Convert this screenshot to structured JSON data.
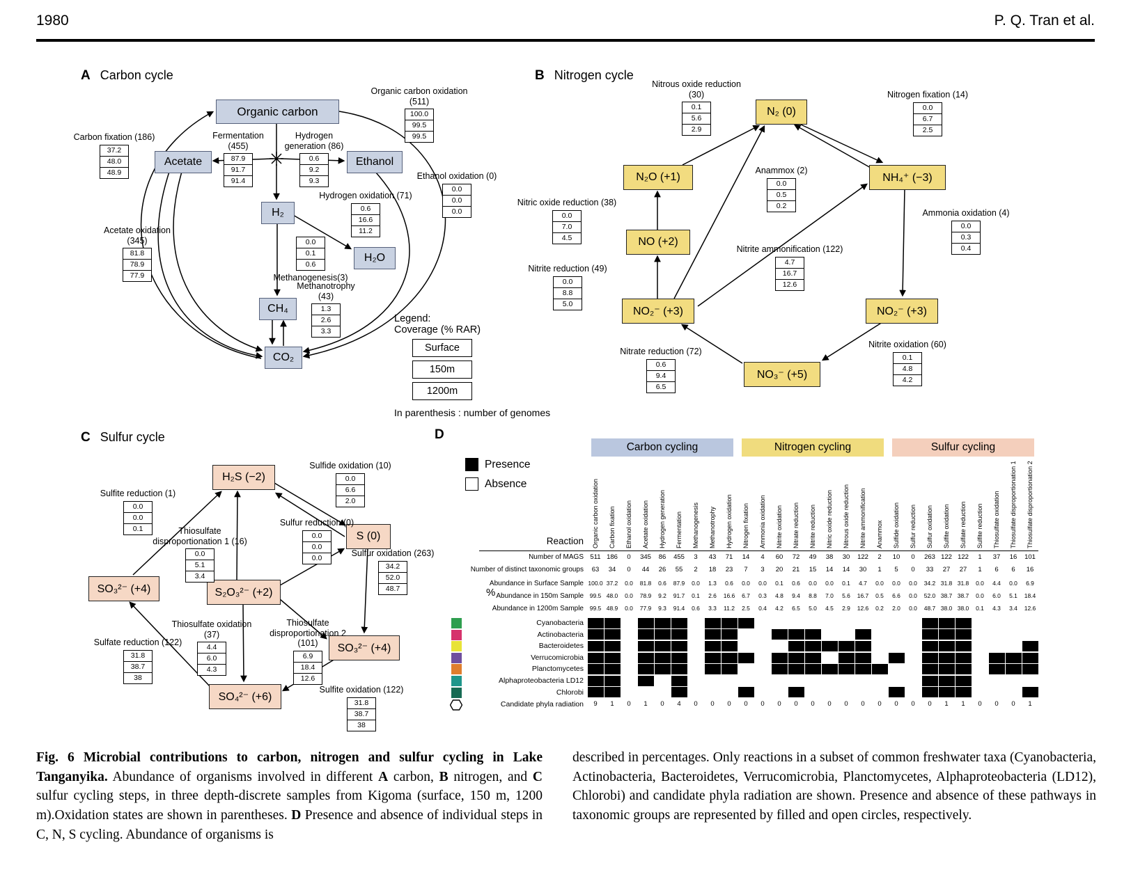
{
  "page": {
    "left_header": "1980",
    "right_header": "P. Q. Tran et al."
  },
  "panelA": {
    "label": "A",
    "title": "Carbon cycle",
    "boxes": {
      "organic_carbon": "Organic carbon",
      "acetate": "Acetate",
      "ethanol": "Ethanol",
      "h2": "H₂",
      "h2o": "H₂O",
      "ch4": "CH₄",
      "co2": "CO₂"
    },
    "reactions": [
      {
        "id": "carbon-fixation",
        "name": "Carbon fixation (186)",
        "values": [
          "37.2",
          "48.0",
          "48.9"
        ]
      },
      {
        "id": "fermentation",
        "name": "Fermentation (455)",
        "values": [
          "87.9",
          "91.7",
          "91.4"
        ]
      },
      {
        "id": "hydrogen-generation",
        "name": "Hydrogen generation (86)",
        "values": [
          "0.6",
          "9.2",
          "9.3"
        ]
      },
      {
        "id": "organic-carbon-oxidation",
        "name": "Organic carbon oxidation (511)",
        "values": [
          "100.0",
          "99.5",
          "99.5"
        ]
      },
      {
        "id": "ethanol-oxidation",
        "name": "Ethanol oxidation (0)",
        "values": [
          "0.0",
          "0.0",
          "0.0"
        ]
      },
      {
        "id": "hydrogen-oxidation",
        "name": "Hydrogen oxidation (71)",
        "values": [
          "0.6",
          "16.6",
          "11.2"
        ]
      },
      {
        "id": "acetate-oxidation",
        "name": "Acetate oxidation (345)",
        "values": [
          "81.8",
          "78.9",
          "77.9"
        ]
      },
      {
        "id": "methanogenesis",
        "name": "Methanogenesis(3)",
        "values": [
          "0.0",
          "0.1",
          "0.6"
        ]
      },
      {
        "id": "methanotrophy",
        "name": "Methanotrophy (43)",
        "values": [
          "1.3",
          "2.6",
          "3.3"
        ]
      }
    ],
    "legend": {
      "title": "Legend:",
      "subtitle": "Coverage (% RAR)",
      "items": [
        "Surface",
        "150m",
        "1200m"
      ],
      "note": "In parenthesis : number of genomes"
    }
  },
  "panelB": {
    "label": "B",
    "title": "Nitrogen cycle",
    "boxes": {
      "n2": "N₂ (0)",
      "n2o": "N₂O (+1)",
      "no": "NO (+2)",
      "no2_left": "NO₂⁻ (+3)",
      "no3": "NO₃⁻ (+5)",
      "no2_right": "NO₂⁻ (+3)",
      "nh4": "NH₄⁺ (−3)"
    },
    "reactions": [
      {
        "id": "nitrous-oxide-reduction",
        "name": "Nitrous oxide reduction (30)",
        "values": [
          "0.1",
          "5.6",
          "2.9"
        ]
      },
      {
        "id": "nitrogen-fixation",
        "name": "Nitrogen fixation (14)",
        "values": [
          "0.0",
          "6.7",
          "2.5"
        ]
      },
      {
        "id": "anammox",
        "name": "Anammox (2)",
        "values": [
          "0.0",
          "0.5",
          "0.2"
        ]
      },
      {
        "id": "nitric-oxide-reduction",
        "name": "Nitric oxide reduction (38)",
        "values": [
          "0.0",
          "7.0",
          "4.5"
        ]
      },
      {
        "id": "ammonia-oxidation",
        "name": "Ammonia oxidation (4)",
        "values": [
          "0.0",
          "0.3",
          "0.4"
        ]
      },
      {
        "id": "nitrite-reduction",
        "name": "Nitrite reduction (49)",
        "values": [
          "0.0",
          "8.8",
          "5.0"
        ]
      },
      {
        "id": "nitrite-ammonification",
        "name": "Nitrite ammonification (122)",
        "values": [
          "4.7",
          "16.7",
          "12.6"
        ]
      },
      {
        "id": "nitrate-reduction",
        "name": "Nitrate reduction (72)",
        "values": [
          "0.6",
          "9.4",
          "6.5"
        ]
      },
      {
        "id": "nitrite-oxidation",
        "name": "Nitrite oxidation (60)",
        "values": [
          "0.1",
          "4.8",
          "4.2"
        ]
      }
    ]
  },
  "panelC": {
    "label": "C",
    "title": "Sulfur cycle",
    "boxes": {
      "h2s": "H₂S (−2)",
      "s0": "S (0)",
      "so3_left": "SO₃²⁻ (+4)",
      "s2o3": "S₂O₃²⁻ (+2)",
      "so3_right": "SO₃²⁻ (+4)",
      "so4": "SO₄²⁻ (+6)"
    },
    "reactions": [
      {
        "id": "sulfide-oxidation",
        "name": "Sulfide oxidation (10)",
        "values": [
          "0.0",
          "6.6",
          "2.0"
        ]
      },
      {
        "id": "sulfite-reduction",
        "name": "Sulfite reduction (1)",
        "values": [
          "0.0",
          "0.0",
          "0.1"
        ]
      },
      {
        "id": "sulfur-reduction",
        "name": "Sulfur reduction (0)",
        "values": [
          "0.0",
          "0.0",
          "0.0"
        ]
      },
      {
        "id": "thiosulfate-disproportionation-1",
        "name": "Thiosulfate disproportionation 1 (16)",
        "values": [
          "0.0",
          "5.1",
          "3.4"
        ]
      },
      {
        "id": "sulfur-oxidation",
        "name": "Sulfur oxidation (263)",
        "values": [
          "34.2",
          "52.0",
          "48.7"
        ]
      },
      {
        "id": "thiosulfate-oxidation",
        "name": "Thiosulfate oxidation (37)",
        "values": [
          "4.4",
          "6.0",
          "4.3"
        ]
      },
      {
        "id": "thiosulfate-disproportionation-2",
        "name": "Thiosulfate disproportionation 2 (101)",
        "values": [
          "6.9",
          "18.4",
          "12.6"
        ]
      },
      {
        "id": "sulfate-reduction",
        "name": "Sulfate reduction (122)",
        "values": [
          "31.8",
          "38.7",
          "38"
        ]
      },
      {
        "id": "sulfite-oxidation",
        "name": "Sulfite oxidation (122)",
        "values": [
          "31.8",
          "38.7",
          "38"
        ]
      }
    ]
  },
  "panelD": {
    "label": "D",
    "legend": {
      "presence": "Presence",
      "absence": "Absence"
    },
    "groups": [
      {
        "label": "Carbon cycling",
        "color": "#bac7df"
      },
      {
        "label": "Nitrogen cycling",
        "color": "#f0dc7e"
      },
      {
        "label": "Sulfur cycling",
        "color": "#f4cfbc"
      }
    ],
    "reaction_header": "Reaction",
    "columns": [
      "Organic carbon oxidation",
      "Carbon fixation",
      "Ethanol oxidation",
      "Acetate oxidation",
      "Hydrogen generation",
      "Fermentation",
      "Methanogenesis",
      "Methanotrophy",
      "Hydrogen oxidation",
      "Nitrogen fixation",
      "Ammonia oxidation",
      "Nitrite oxidation",
      "Nitrate reduction",
      "Nitrite reduction",
      "Nitric oxide reduction",
      "Nitrous oxide reduction",
      "Nitrite ammonification",
      "Anammox",
      "Sulfide oxidation",
      "Sulfur reduction",
      "Sulfur oxidation",
      "Sulfite oxidation",
      "Sulfate reduction",
      "Sulfite reduction",
      "Thiosulfate oxidation",
      "Thiosulfate disproportionation 1",
      "Thiosulfate disproportionation 2"
    ],
    "rows": {
      "percent_label": "%",
      "mags": {
        "label": "Number of MAGS",
        "values": [
          "511",
          "186",
          "0",
          "345",
          "86",
          "455",
          "3",
          "43",
          "71",
          "14",
          "4",
          "60",
          "72",
          "49",
          "38",
          "30",
          "122",
          "2",
          "10",
          "0",
          "263",
          "122",
          "122",
          "1",
          "37",
          "16",
          "101"
        ]
      },
      "tax_groups": {
        "label": "Number of distinct taxonomic groups",
        "values": [
          "63",
          "34",
          "0",
          "44",
          "26",
          "55",
          "2",
          "18",
          "23",
          "7",
          "3",
          "20",
          "21",
          "15",
          "14",
          "14",
          "30",
          "1",
          "5",
          "0",
          "33",
          "27",
          "27",
          "1",
          "6",
          "6",
          "16"
        ]
      },
      "surface": {
        "label": "Abundance in Surface Sample",
        "values": [
          "100.0",
          "37.2",
          "0.0",
          "81.8",
          "0.6",
          "87.9",
          "0.0",
          "1.3",
          "0.6",
          "0.0",
          "0.0",
          "0.1",
          "0.6",
          "0.0",
          "0.0",
          "0.1",
          "4.7",
          "0.0",
          "0.0",
          "0.0",
          "34.2",
          "31.8",
          "31.8",
          "0.0",
          "4.4",
          "0.0",
          "6.9"
        ]
      },
      "m150": {
        "label": "Abundance in 150m Sample",
        "values": [
          "99.5",
          "48.0",
          "0.0",
          "78.9",
          "9.2",
          "91.7",
          "0.1",
          "2.6",
          "16.6",
          "6.7",
          "0.3",
          "4.8",
          "9.4",
          "8.8",
          "7.0",
          "5.6",
          "16.7",
          "0.5",
          "6.6",
          "0.0",
          "52.0",
          "38.7",
          "38.7",
          "0.0",
          "6.0",
          "5.1",
          "18.4"
        ]
      },
      "m1200": {
        "label": "Abundance in 1200m Sample",
        "values": [
          "99.5",
          "48.9",
          "0.0",
          "77.9",
          "9.3",
          "91.4",
          "0.6",
          "3.3",
          "11.2",
          "2.5",
          "0.4",
          "4.2",
          "6.5",
          "5.0",
          "4.5",
          "2.9",
          "12.6",
          "0.2",
          "2.0",
          "0.0",
          "48.7",
          "38.0",
          "38.0",
          "0.1",
          "4.3",
          "3.4",
          "12.6"
        ]
      }
    },
    "taxa": [
      {
        "name": "Cyanobacteria",
        "color": "#2f9e4f",
        "presence": [
          1,
          1,
          0,
          1,
          1,
          1,
          0,
          1,
          1,
          1,
          0,
          0,
          0,
          0,
          0,
          0,
          0,
          0,
          0,
          0,
          1,
          1,
          1,
          0,
          0,
          0,
          0
        ]
      },
      {
        "name": "Actinobacteria",
        "color": "#d6336c",
        "presence": [
          1,
          1,
          0,
          1,
          1,
          1,
          0,
          1,
          1,
          0,
          0,
          1,
          1,
          1,
          0,
          0,
          1,
          0,
          0,
          0,
          1,
          1,
          1,
          0,
          0,
          0,
          0
        ]
      },
      {
        "name": "Bacteroidetes",
        "color": "#e8e337",
        "presence": [
          1,
          1,
          0,
          1,
          1,
          1,
          0,
          1,
          1,
          0,
          0,
          0,
          1,
          1,
          1,
          1,
          1,
          0,
          0,
          0,
          1,
          1,
          1,
          0,
          0,
          0,
          1
        ]
      },
      {
        "name": "Verrucomicrobia",
        "color": "#6f4f9e",
        "presence": [
          1,
          1,
          0,
          1,
          1,
          1,
          0,
          1,
          1,
          1,
          0,
          1,
          1,
          1,
          0,
          1,
          1,
          0,
          1,
          0,
          1,
          1,
          1,
          0,
          1,
          1,
          1
        ]
      },
      {
        "name": "Planctomycetes",
        "color": "#df7e2e",
        "presence": [
          1,
          1,
          0,
          1,
          1,
          1,
          0,
          1,
          1,
          0,
          0,
          1,
          1,
          1,
          1,
          1,
          1,
          1,
          0,
          0,
          1,
          1,
          1,
          0,
          1,
          1,
          1
        ]
      },
      {
        "name": "Alphaproteobacteria LD12",
        "color": "#1f968b",
        "presence": [
          1,
          1,
          0,
          1,
          0,
          1,
          0,
          0,
          0,
          0,
          0,
          0,
          0,
          0,
          0,
          0,
          0,
          0,
          0,
          0,
          1,
          1,
          1,
          0,
          0,
          0,
          0
        ]
      },
      {
        "name": "Chlorobi",
        "color": "#176b54",
        "presence": [
          1,
          1,
          0,
          0,
          0,
          1,
          0,
          0,
          0,
          1,
          0,
          0,
          1,
          0,
          0,
          0,
          0,
          0,
          1,
          0,
          1,
          1,
          1,
          0,
          0,
          0,
          1
        ]
      }
    ],
    "cpr": {
      "name": "Candidate phyla radiation",
      "counts": [
        "9",
        "1",
        "0",
        "1",
        "0",
        "4",
        "0",
        "0",
        "0",
        "0",
        "0",
        "0",
        "0",
        "0",
        "0",
        "0",
        "0",
        "0",
        "0",
        "0",
        "0",
        "1",
        "1",
        "0",
        "0",
        "0",
        "1"
      ]
    }
  },
  "caption": {
    "left": [
      {
        "t": "Fig. 6 Microbial contributions to carbon, nitrogen and sulfur cycling in Lake Tanganyika.",
        "b": true
      },
      {
        "t": " Abundance of organisms involved in different ",
        "b": false
      },
      {
        "t": "A",
        "b": true
      },
      {
        "t": " carbon, ",
        "b": false
      },
      {
        "t": "B",
        "b": true
      },
      {
        "t": " nitrogen, and ",
        "b": false
      },
      {
        "t": "C",
        "b": true
      },
      {
        "t": " sulfur cycling steps, in three depth-discrete samples from Kigoma (surface, 150 m, 1200 m).Oxidation states are shown in parentheses. ",
        "b": false
      },
      {
        "t": "D",
        "b": true
      },
      {
        "t": " Presence and absence of individual steps in C, N, S cycling. Abundance of organisms is",
        "b": false
      }
    ],
    "right": [
      {
        "t": "described in percentages. Only reactions in a subset of common freshwater taxa (Cyanobacteria, Actinobacteria, Bacteroidetes, Verrucomicrobia, Planctomycetes, Alphaproteobacteria (LD12), Chlorobi) and candidate phyla radiation are shown. Presence and absence of these pathways in taxonomic groups are represented by filled and open circles, respectively.",
        "b": false
      }
    ]
  }
}
